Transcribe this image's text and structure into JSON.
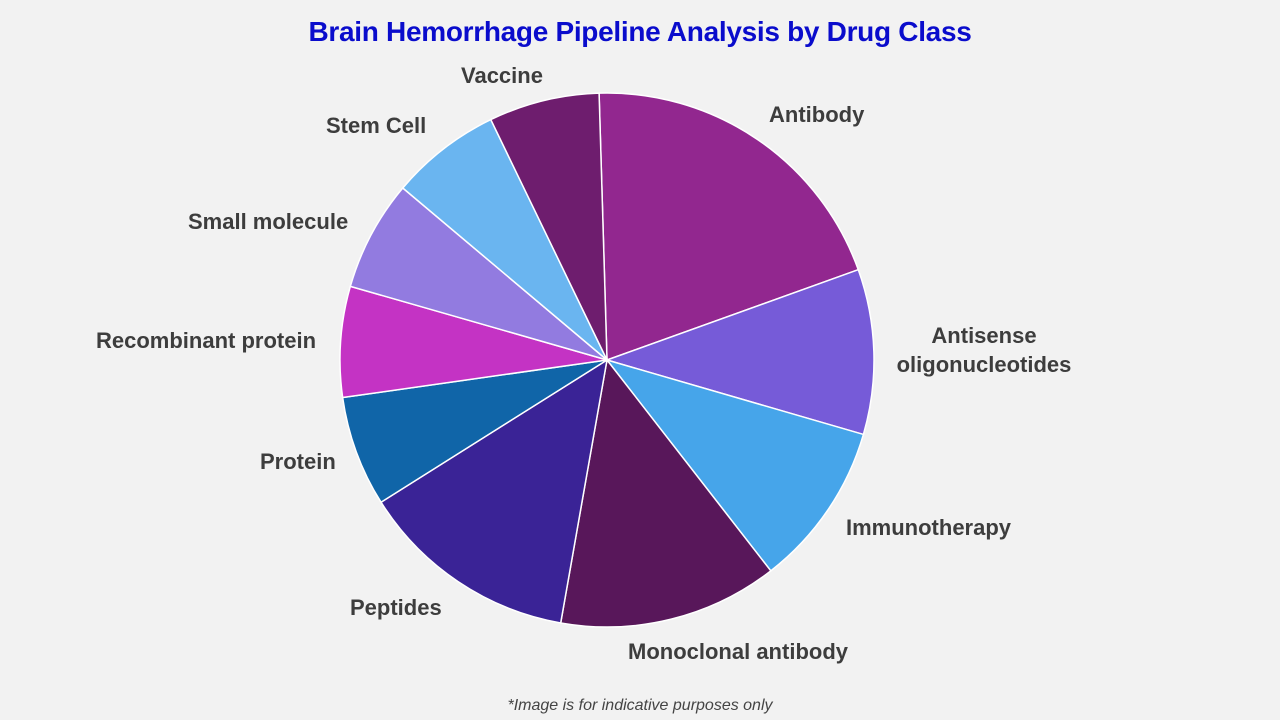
{
  "title": "Brain Hemorrhage Pipeline Analysis by Drug Class",
  "footnote": "*Image is for indicative purposes only",
  "chart_data": {
    "type": "pie",
    "title": "Brain Hemorrhage Pipeline Analysis by Drug Class",
    "start_angle_deg": -1.7,
    "direction": "clockwise",
    "categories": [
      "Antibody",
      "Antisense oligonucleotides",
      "Immunotherapy",
      "Monoclonal antibody",
      "Peptides",
      "Protein",
      "Recombinant protein",
      "Small molecule",
      "Stem Cell",
      "Vaccine"
    ],
    "values": [
      20,
      10,
      10,
      13.3,
      13.3,
      6.7,
      6.7,
      6.7,
      6.7,
      6.7
    ],
    "unit": "% (estimated share)",
    "colors": [
      "#92278f",
      "#765bd8",
      "#46a5ea",
      "#58175a",
      "#3a2396",
      "#1065a8",
      "#c433c4",
      "#927be0",
      "#6ab5f0",
      "#6e1d6e"
    ],
    "legend": "none (direct labels)"
  },
  "labels": {
    "antibody": "Antibody",
    "antisense_1": "Antisense",
    "antisense_2": "oligonucleotides",
    "immunotherapy": "Immunotherapy",
    "monoclonal": "Monoclonal antibody",
    "peptides": "Peptides",
    "protein": "Protein",
    "recombinant": "Recombinant protein",
    "small_molecule": "Small molecule",
    "stem_cell": "Stem Cell",
    "vaccine": "Vaccine"
  }
}
